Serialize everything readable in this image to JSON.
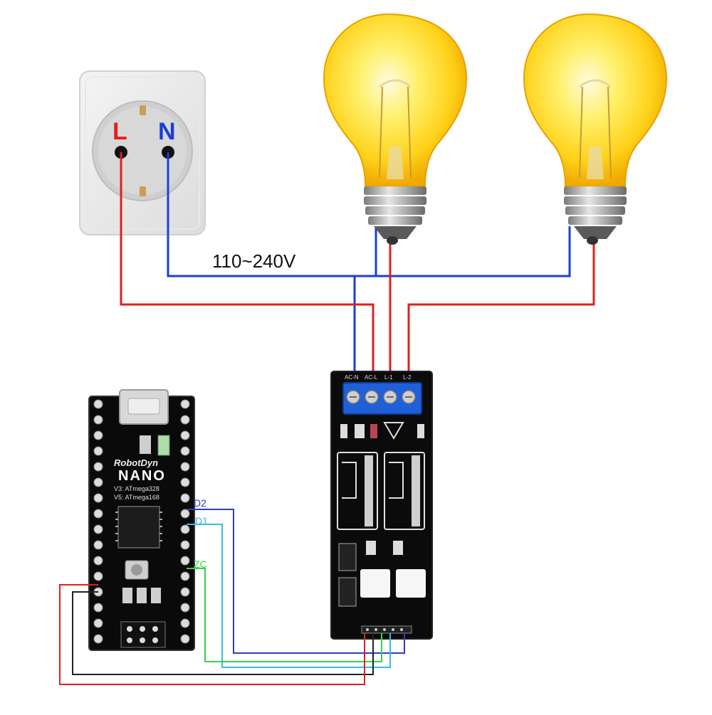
{
  "socket": {
    "live_label": "L",
    "neutral_label": "N",
    "live_color": "#e0201b",
    "neutral_color": "#1a3fd6"
  },
  "voltage_label": "110~240V",
  "dimmer": {
    "terminal_labels": [
      "AC-N",
      "AC-L",
      "L-1",
      "L-2"
    ]
  },
  "arduino": {
    "brand": "RobotDyn",
    "model": "NANO",
    "chip_line_1": "V3: ATmega328",
    "chip_line_2": "V5: ATmega168"
  },
  "signals": {
    "d2": "D2",
    "d1": "D1",
    "zc": "ZC"
  },
  "colors": {
    "live_wire": "#e0201b",
    "neutral_wire": "#1a3fd6",
    "d2_wire": "#2a3fbf",
    "d1_wire": "#39b9e6",
    "zc_wire": "#3ad14a",
    "gnd_wire": "#222222",
    "vcc_wire": "#e0201b",
    "bulb_glass": "#ffd21a"
  }
}
